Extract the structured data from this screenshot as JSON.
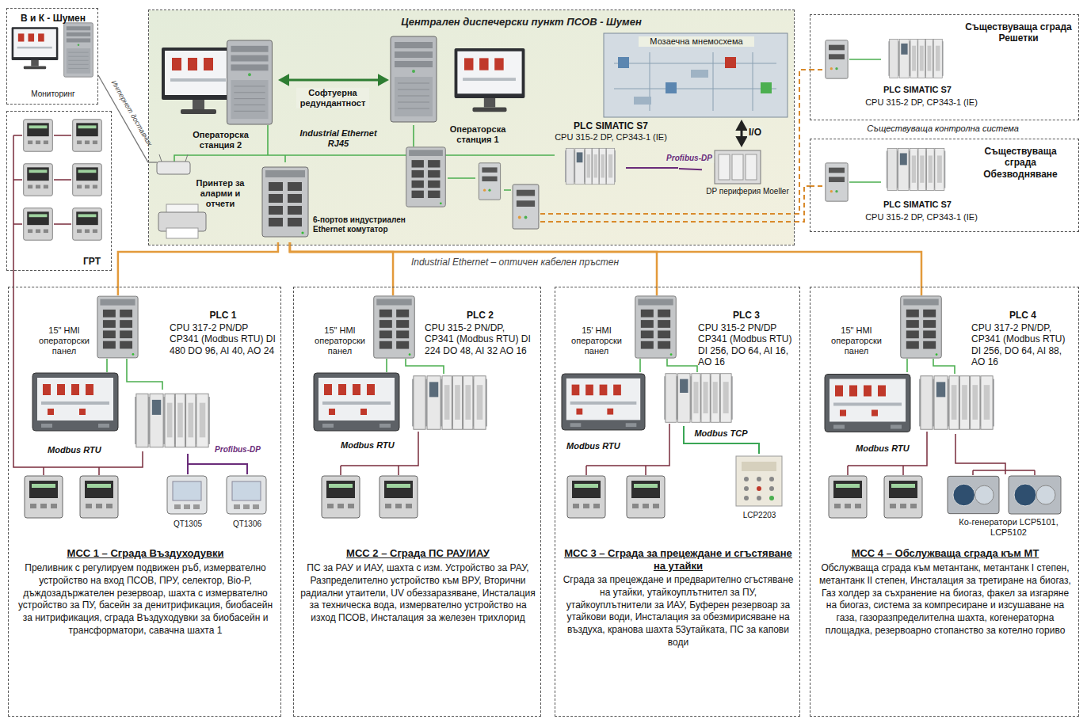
{
  "diagram": {
    "nodes": [
      {
        "text": [
          "В и К - Шумен",
          "Мониторинг"
        ]
      },
      {
        "text": [
          "ГРТ"
        ]
      },
      {
        "text": [
          "Централен диспечерски пункт ПСОВ - Шумен"
        ]
      },
      {
        "text": [
          "Операторска станция 2"
        ],
        "in": 2
      },
      {
        "text": [
          "Операторска станция 1"
        ],
        "in": 2
      },
      {
        "text": [
          "Принтер за аларми и отчети"
        ],
        "in": 2
      },
      {
        "text": [
          "6-портов индустриален Ethernet комутатор"
        ],
        "in": 2
      },
      {
        "text": [
          "Мозаечна мнемосхема"
        ],
        "in": 2
      },
      {
        "text": [
          "PLC SIMATIC S7",
          "CPU 315-2 DP, CP343-1 (IE)"
        ],
        "in": 2
      },
      {
        "text": [
          "DP периферия Moeller"
        ],
        "in": 2
      },
      {
        "text": [
          "Съществуваща сграда Решетки",
          "PLC SIMATIC S7",
          "CPU 315-2 DP, CP343-1 (IE)"
        ]
      },
      {
        "text": [
          "Съществуваща сграда Обезводняване",
          "PLC SIMATIC S7",
          "CPU 315-2 DP, CP343-1 (IE)"
        ]
      },
      {
        "text": [
          "МСС 1 – Сграда Въздуходувки",
          "Преливник с регулируем подвижен ръб, измервателно устройство на вход ПСОВ, ПРУ, селектор, Bio-P, дъждозадържателен резервоар, шахта с измервателно устройство за ПУ, басейн за денитрификация, биобасейн за нитрификация, сграда Въздуходувки за биобасейн и трансформатори, савачна шахта 1"
        ]
      },
      {
        "text": [
          "PLC 1",
          "CPU 317-2 PN/DP CP341 (Modbus RTU) DI 480 DO 96, AI 40, AO 24"
        ],
        "in": 12
      },
      {
        "text": [
          "15\" HMI операторски панел"
        ],
        "in": 12
      },
      {
        "text": [
          "QT1305"
        ],
        "in": 12
      },
      {
        "text": [
          "QT1306"
        ],
        "in": 12
      },
      {
        "text": [
          "МСС 2 – Сграда ПС РАУ/ИАУ",
          "ПС за РАУ и ИАУ, шахта с изм. Устройство за РАУ, Разпределително устройство към ВРУ, Вторични радиални утаители, UV обеззаразяване, Инсталация за техническа вода, измервателно устройство на изход ПСОВ, Инсталация за железен трихлорид"
        ]
      },
      {
        "text": [
          "PLC 2",
          "CPU 315-2 PN/DP, CP341 (Modbus RTU) DI 224 DO 48, AI 32 AO 16"
        ],
        "in": 17
      },
      {
        "text": [
          "15\" HMI операторски панел"
        ],
        "in": 17
      },
      {
        "text": [
          "МСС 3 – Сграда за прецеждане и сгъстяване на утайки",
          "Сграда за прецеждане и предварително сгъстяване на утайки, утайкоуплътнител за ПУ, утайкоуплътнители за ИАУ, Буферен резервоар за утайкови води, Инсталация за обезмирисяване на въздуха, кранова шахта 53утайката, ПС за капови води"
        ]
      },
      {
        "text": [
          "PLC 3",
          "CPU 315-2 PN/DP CP341 (Modbus RTU) DI 256, DO 64, AI 16, AO 16"
        ],
        "in": 20
      },
      {
        "text": [
          "15' HMI операторски панел"
        ],
        "in": 20
      },
      {
        "text": [
          "LCP2203"
        ],
        "in": 20
      },
      {
        "text": [
          "МСС 4 – Обслужваща сграда към МТ",
          "Обслужваща сграда към метантанк, метантанк I степен, метантанк II степен, Инсталация за третиране на биогаз, Газ холдер за съхранение на биогаз, факел за изгаряне на биогаз, система за компресиране и изсушаване на газа, газоразпределителна шахта, когенераторна площадка, резервоарно стопанство за котелно гориво"
        ]
      },
      {
        "text": [
          "PLC 4",
          "CPU 317-2 PN/DP, CP341 (Modbus RTU) DI 256, DO 64, AI 88, AO 16"
        ],
        "in": 24
      },
      {
        "text": [
          "15\" HMI операторски панел"
        ],
        "in": 24
      },
      {
        "text": [
          "Ко-генератори LCP5101, LCP5102"
        ],
        "in": 24
      }
    ],
    "edges": [
      {
        "from": 3,
        "to": 4,
        "label": "Софтуерна редундантност",
        "arrow": "both"
      },
      {
        "from": 7,
        "to": 9,
        "label": "I/O",
        "arrow": "both"
      },
      {
        "from": 8,
        "to": 9,
        "label": "Profibus-DP",
        "arrow": "none"
      },
      {
        "from": 0,
        "to": 2,
        "label": "Интернет доставчик",
        "arrow": "none"
      },
      {
        "from": 2,
        "to": 10,
        "arrow": "none"
      },
      {
        "from": 2,
        "to": 11,
        "arrow": "none"
      },
      {
        "from": 6,
        "to": 13,
        "arrow": "none"
      },
      {
        "from": 6,
        "to": 18,
        "arrow": "none"
      },
      {
        "from": 6,
        "to": 21,
        "arrow": "none"
      },
      {
        "from": 6,
        "to": 25,
        "arrow": "none"
      },
      {
        "from": 13,
        "to": 15,
        "arrow": "none"
      },
      {
        "from": 13,
        "to": 16,
        "label": "Profibus-DP",
        "arrow": "none"
      },
      {
        "from": 21,
        "to": 23,
        "label": "Modbus TCP",
        "arrow": "none"
      },
      {
        "from": 25,
        "to": 27,
        "arrow": "none"
      }
    ],
    "labels": [
      "Industrial Ethernet RJ45",
      "Съществуваща контролна система",
      "Industrial Ethernet – оптичен кабелен пръстен",
      "Modbus RTU",
      "Modbus RTU",
      "Modbus RTU",
      "Modbus RTU"
    ]
  }
}
